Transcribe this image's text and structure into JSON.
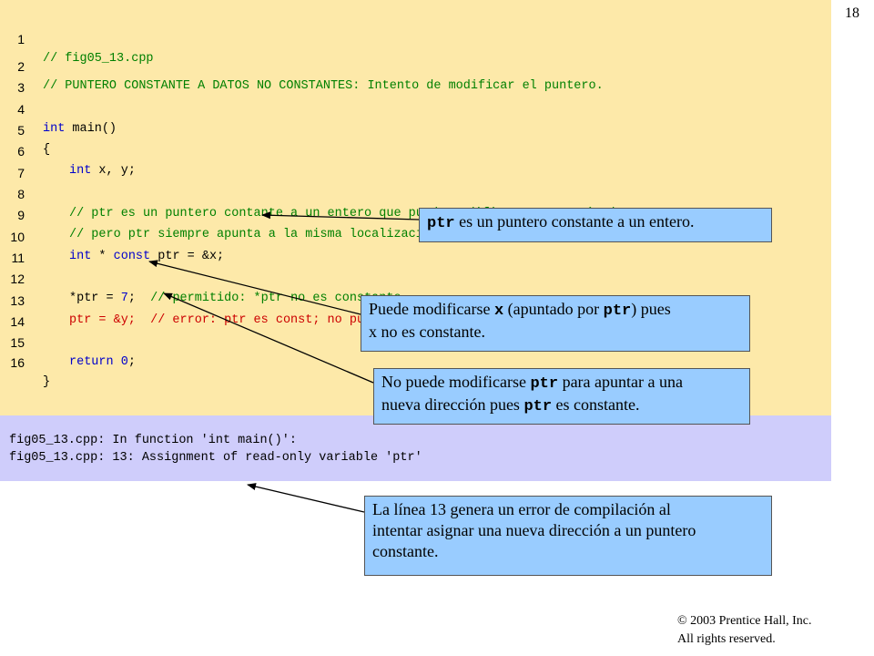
{
  "page_number": "18",
  "code": {
    "line_numbers": [
      "1",
      "2",
      "3",
      "4",
      "5",
      "6",
      "7",
      "8",
      "9",
      "10",
      "11",
      "12",
      "13",
      "14",
      "15",
      "16"
    ],
    "l1": "// fig05_13.cpp",
    "l2": "// PUNTERO CONSTANTE A DATOS NO CONSTANTES: Intento de modificar el puntero.",
    "l4_kw": "int",
    "l4_rest": " main()",
    "l5": "{",
    "l6_kw": "int",
    "l6_rest": " x, y;",
    "l8": "// ptr es un puntero contante a un entero que puede modificarse a través de ptr",
    "l9": "// pero ptr siempre apunta a la misma localización de memoria",
    "l10_kw1": "int",
    "l10_mid": " * ",
    "l10_kw2": "const",
    "l10_rest": " ptr = &x;",
    "l12_code": "*ptr = ",
    "l12_num": "7",
    "l12_semi": ";  ",
    "l12_comment": "// permitido: *ptr no es constante",
    "l13_code": "ptr = &y;  ",
    "l13_comment": "// error: ptr es const; no puede asignársele una nueva dirección",
    "l15_kw": "return",
    "l15_space": " ",
    "l15_num": "0",
    "l15_semi": ";",
    "l16": "}"
  },
  "output": {
    "line1": "fig05_13.cpp: In function 'int main()':",
    "line2": "fig05_13.cpp: 13: Assignment of read-only variable 'ptr'"
  },
  "callouts": {
    "c1_code": "ptr",
    "c1_text": " es un puntero constante a un entero.",
    "c2_a": "Puede modificarse ",
    "c2_code1": "x",
    "c2_b": " (apuntado por ",
    "c2_code2": "ptr",
    "c2_c": ") pues",
    "c2_d": "x no es constante.",
    "c3_a": "No puede modificarse ",
    "c3_code1": "ptr",
    "c3_b": " para apuntar a una",
    "c3_c": "nueva dirección pues ",
    "c3_code2": "ptr",
    "c3_d": " es constante.",
    "c4_line1": "La línea 13 genera un error de compilación al",
    "c4_line2": "intentar asignar una nueva dirección a un puntero",
    "c4_line3": "constante."
  },
  "copyright": {
    "line1": "© 2003 Prentice Hall, Inc.",
    "line2": "All rights reserved."
  }
}
